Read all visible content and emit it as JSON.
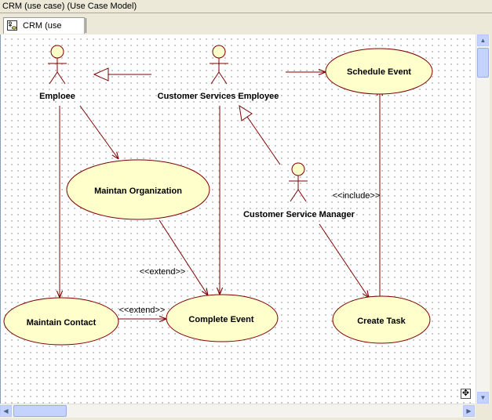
{
  "window": {
    "title": "CRM (use case) (Use Case Model)"
  },
  "tab": {
    "label": "CRM (use case)",
    "icon": "use-case-diagram-icon"
  },
  "colors": {
    "ellipse_fill": "#FFFFCC",
    "stroke": "#800000",
    "actor_fill": "#FFFFCC"
  },
  "diagram": {
    "actors": {
      "employee": "Emploee",
      "cse": "Customer Services Employee",
      "csm": "Customer Service Manager"
    },
    "use_cases": {
      "schedule_event": "Schedule Event",
      "maintain_org": "Maintan Organization",
      "maintain_contact": "Maintain Contact",
      "complete_event": "Complete Event",
      "create_task": "Create Task"
    },
    "stereotypes": {
      "extend_1": "<<extend>>",
      "extend_2": "<<extend>>",
      "include": "<<include>>"
    }
  }
}
